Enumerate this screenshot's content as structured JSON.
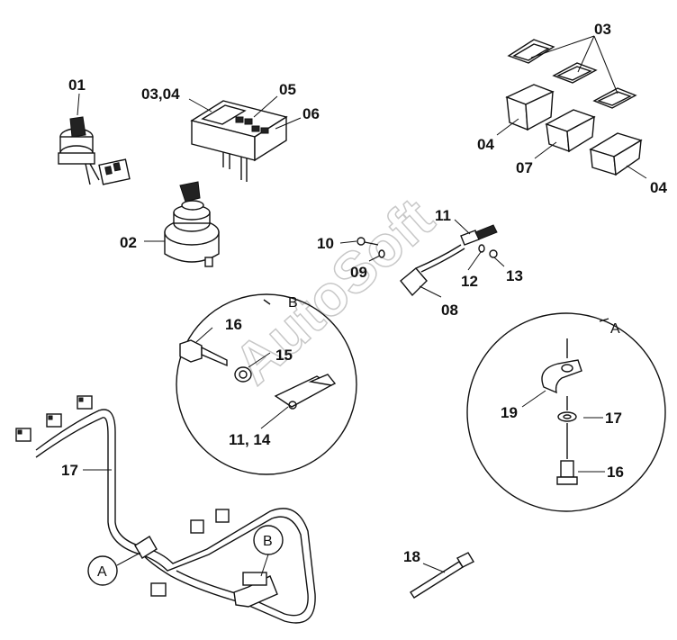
{
  "watermark": "AutoSoft",
  "callouts": [
    {
      "id": "c01",
      "text": "01"
    },
    {
      "id": "c02",
      "text": "02"
    },
    {
      "id": "c0304",
      "text": "03,04"
    },
    {
      "id": "c05",
      "text": "05"
    },
    {
      "id": "c06",
      "text": "06"
    },
    {
      "id": "c03",
      "text": "03"
    },
    {
      "id": "c04a",
      "text": "04"
    },
    {
      "id": "c07",
      "text": "07"
    },
    {
      "id": "c04b",
      "text": "04"
    },
    {
      "id": "c10",
      "text": "10"
    },
    {
      "id": "c11a",
      "text": "11"
    },
    {
      "id": "c09",
      "text": "09"
    },
    {
      "id": "c12",
      "text": "12"
    },
    {
      "id": "c13",
      "text": "13"
    },
    {
      "id": "c08",
      "text": "08"
    },
    {
      "id": "c16a",
      "text": "16"
    },
    {
      "id": "c15",
      "text": "15"
    },
    {
      "id": "c1114",
      "text": "11, 14"
    },
    {
      "id": "c19",
      "text": "19"
    },
    {
      "id": "c17a",
      "text": "17"
    },
    {
      "id": "c16b",
      "text": "16"
    },
    {
      "id": "c17b",
      "text": "17"
    },
    {
      "id": "c18",
      "text": "18"
    }
  ],
  "detail_labels": {
    "detail_b": "B",
    "detail_a": "A",
    "marker_a": "A",
    "marker_b": "B"
  }
}
